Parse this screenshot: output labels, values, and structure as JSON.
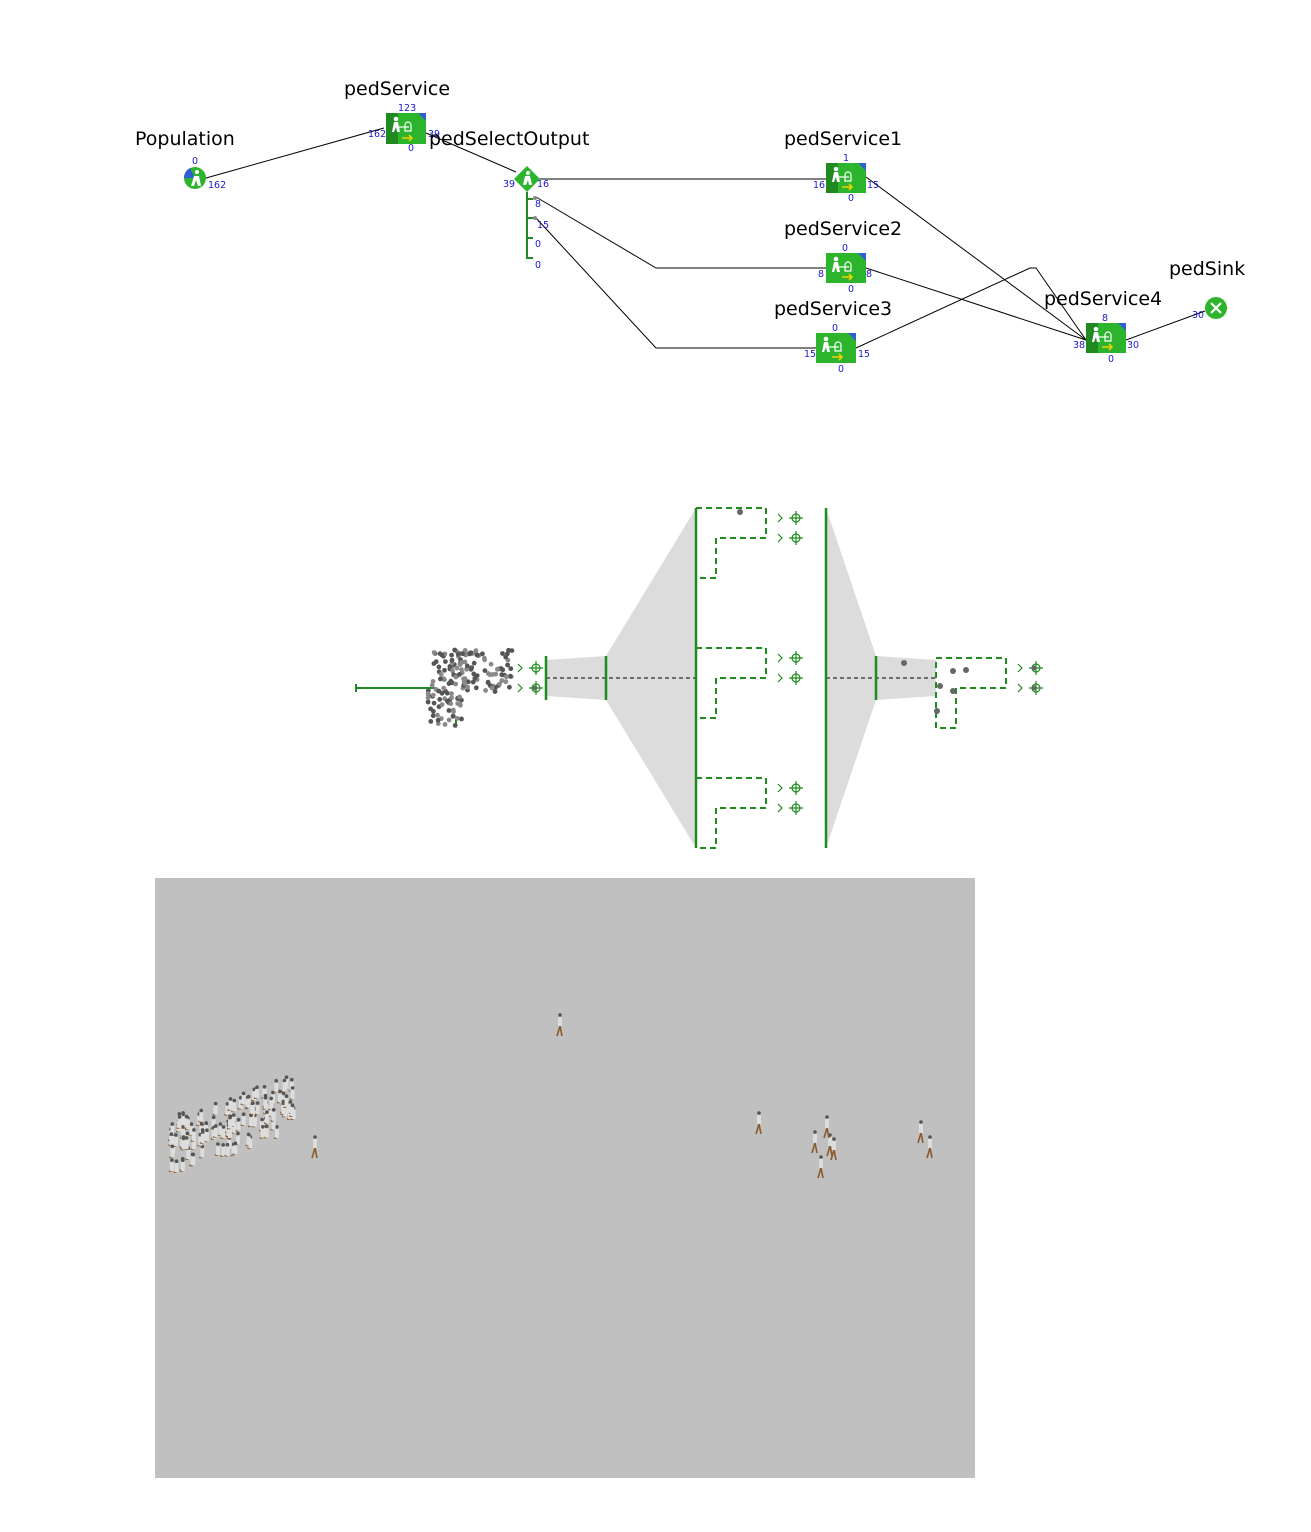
{
  "flowchart": {
    "blocks": [
      {
        "id": "population",
        "label": "Population",
        "counts": {
          "top": "0",
          "right": "162"
        }
      },
      {
        "id": "pedService",
        "label": "pedService",
        "counts": {
          "top": "123",
          "left": "162",
          "right": "39",
          "bottom": "0"
        }
      },
      {
        "id": "pedSelectOutput",
        "label": "pedSelectOutput",
        "counts": {
          "left": "39",
          "out1": "16",
          "out2": "8",
          "out3": "15",
          "out4": "0",
          "out5": "0"
        }
      },
      {
        "id": "pedService1",
        "label": "pedService1",
        "counts": {
          "top": "1",
          "left": "16",
          "right": "15",
          "bottom": "0"
        }
      },
      {
        "id": "pedService2",
        "label": "pedService2",
        "counts": {
          "top": "0",
          "left": "8",
          "right": "8",
          "bottom": "0"
        }
      },
      {
        "id": "pedService3",
        "label": "pedService3",
        "counts": {
          "top": "0",
          "left": "15",
          "right": "15",
          "bottom": "0"
        }
      },
      {
        "id": "pedService4",
        "label": "pedService4",
        "counts": {
          "top": "8",
          "left": "38",
          "right": "30",
          "bottom": "0"
        }
      },
      {
        "id": "pedSink",
        "label": "pedSink",
        "counts": {
          "left": "30"
        }
      }
    ]
  },
  "colors": {
    "block_green": "#2db42d",
    "block_dark_green": "#1f8a1f",
    "corner_blue": "#2f5fd0",
    "count_blue": "#1a1acc",
    "wall_green": "#1e8c1e",
    "area_grey": "#dcdcdc",
    "view_bg": "#c0c0c0",
    "arrow_yellow": "#f0d000"
  },
  "icons": {
    "source": "pedestrian-source-icon",
    "service": "pedestrian-service-icon",
    "select": "select-output-icon",
    "sink": "sink-x-icon",
    "target": "target-line-icon"
  }
}
